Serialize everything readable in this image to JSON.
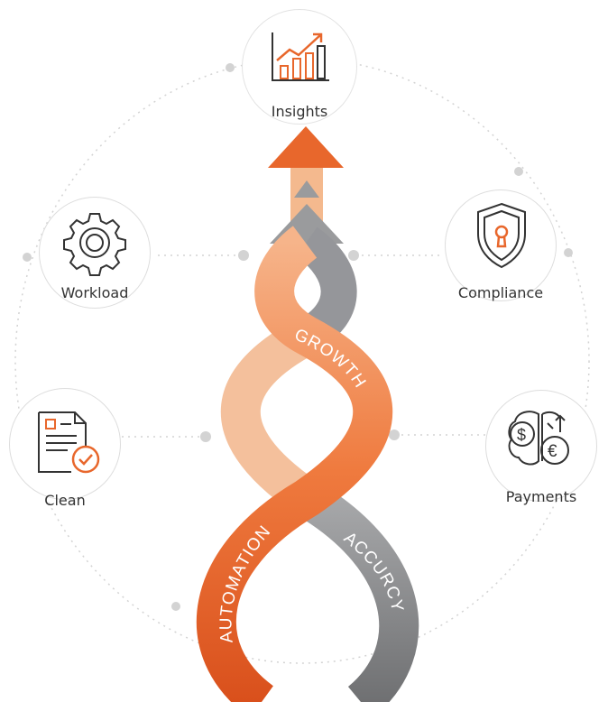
{
  "nodes": {
    "insights": {
      "label": "Insights",
      "icon": "growth-chart-icon"
    },
    "workload": {
      "label": "Workload",
      "icon": "gear-icon"
    },
    "compliance": {
      "label": "Compliance",
      "icon": "shield-lock-icon"
    },
    "clean": {
      "label": "Clean",
      "icon": "document-check-icon"
    },
    "payments": {
      "label": "Payments",
      "icon": "brain-currency-icon"
    }
  },
  "strands": {
    "automation": "AUTOMATION",
    "growth": "GROWTH",
    "accuracy": "ACCURCY"
  },
  "colors": {
    "orange": "#e8672c",
    "peach": "#f4b98e",
    "gray": "#8a8b8d",
    "dots": "#d0d0d0"
  }
}
